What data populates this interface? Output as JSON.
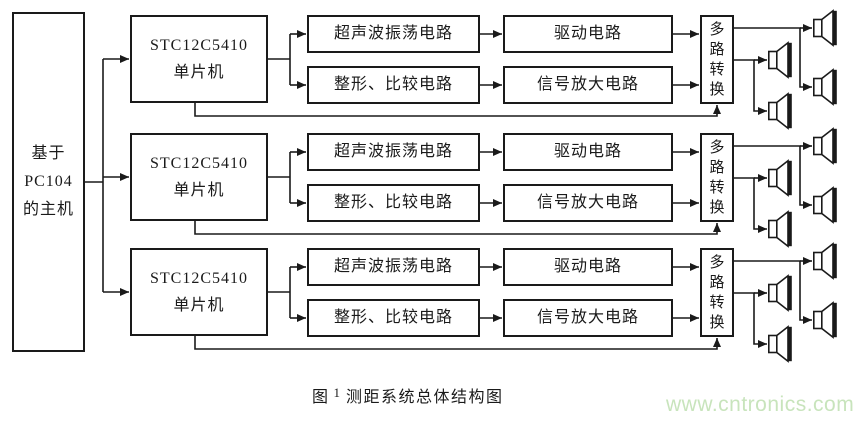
{
  "colors": {
    "line": "#1a1a1a",
    "background": "#ffffff",
    "watermark_green": "#c8e4bc"
  },
  "diagram": {
    "host": {
      "lines": [
        "基于",
        "PC104",
        "的主机"
      ]
    },
    "groups": [
      {
        "mcu_line1": "STC12C5410",
        "mcu_line2": "单片机",
        "oscillator": "超声波振荡电路",
        "drive": "驱动电路",
        "shaping": "整形、比较电路",
        "amplifier": "信号放大电路",
        "mux": "多路转换"
      },
      {
        "mcu_line1": "STC12C5410",
        "mcu_line2": "单片机",
        "oscillator": "超声波振荡电路",
        "drive": "驱动电路",
        "shaping": "整形、比较电路",
        "amplifier": "信号放大电路",
        "mux": "多路转换"
      },
      {
        "mcu_line1": "STC12C5410",
        "mcu_line2": "单片机",
        "oscillator": "超声波振荡电路",
        "drive": "驱动电路",
        "shaping": "整形、比较电路",
        "amplifier": "信号放大电路",
        "mux": "多路转换"
      }
    ]
  },
  "caption": {
    "figure_label": "图",
    "figure_number": "1",
    "title": "测距系统总体结构图"
  },
  "watermark": {
    "text": "www.cntronics.com"
  }
}
